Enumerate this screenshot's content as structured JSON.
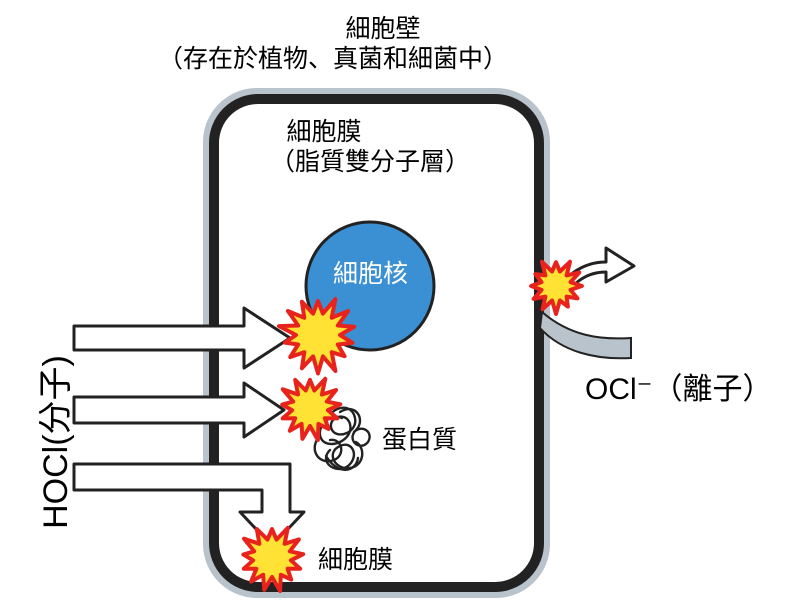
{
  "labels": {
    "cell_wall": "細胞壁",
    "cell_wall_note": "（存在於植物、真菌和細菌中）",
    "membrane": "細胞膜",
    "membrane_note": "（脂質雙分子層）",
    "nucleus": "細胞核",
    "protein": "蛋白質",
    "membrane_bottom": "細胞膜",
    "hocl": "HOCl(分子)",
    "ocl": "OCl⁻（離子）"
  },
  "colors": {
    "cell_wall": "#b9c3cb",
    "membrane": "#222222",
    "nucleus": "#3b8fd3",
    "burst_fill": "#ffe233",
    "burst_stroke": "#e8231d",
    "arrow_fill": "#ffffff",
    "arrow_stroke": "#222222"
  },
  "icons": {
    "burst": "explosion-star-icon",
    "arrow": "block-arrow-icon",
    "protein": "tangled-protein-icon"
  }
}
